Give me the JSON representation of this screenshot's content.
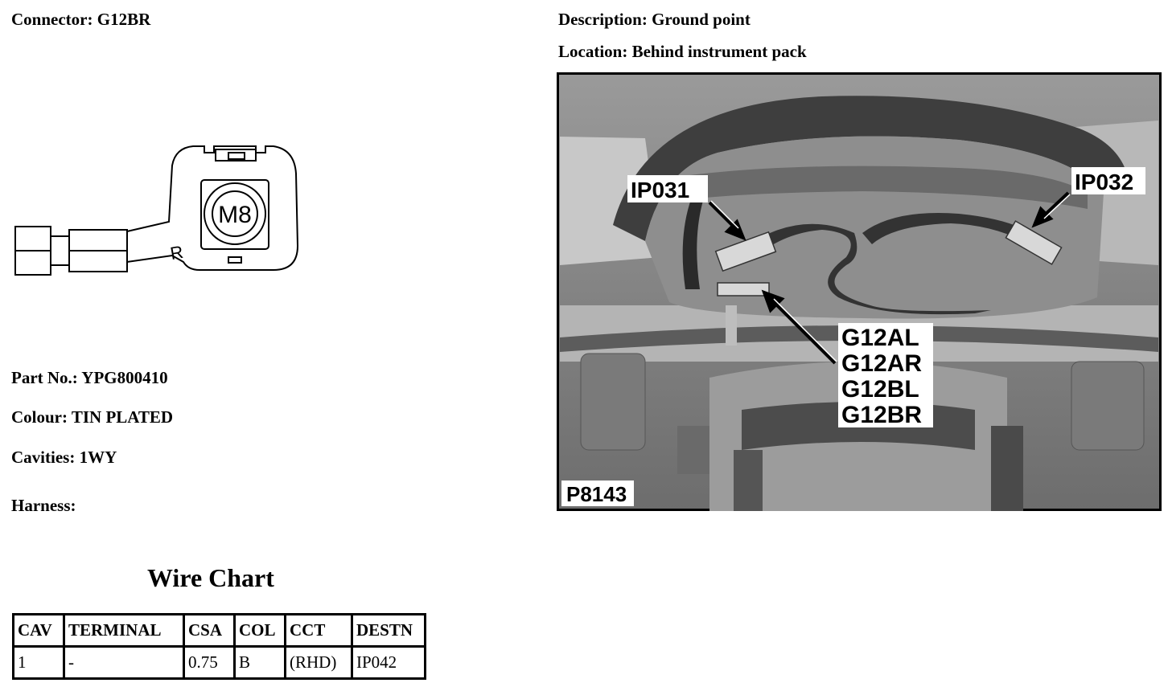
{
  "connector": {
    "label": "Connector:",
    "value": "G12BR"
  },
  "description": {
    "label": "Description:",
    "value": "Ground point"
  },
  "location": {
    "label": "Location:",
    "value": "Behind instrument pack"
  },
  "part_no": {
    "label": "Part No.:",
    "value": "YPG800410"
  },
  "colour": {
    "label": "Colour:",
    "value": "TIN PLATED"
  },
  "cavities": {
    "label": "Cavities:",
    "value": "1WY"
  },
  "harness": {
    "label": "Harness:",
    "value": ""
  },
  "drawing": {
    "stud_label": "M8",
    "mark_label": "R"
  },
  "photo": {
    "callout_left": "IP031",
    "callout_right": "IP032",
    "callout_grounds": [
      "G12AL",
      "G12AR",
      "G12BL",
      "G12BR"
    ],
    "figure_ref": "P8143"
  },
  "wire_chart": {
    "title": "Wire Chart",
    "headers": [
      "CAV",
      "TERMINAL",
      "CSA",
      "COL",
      "CCT",
      "DESTN"
    ],
    "rows": [
      [
        "1",
        "-",
        "0.75",
        "B",
        "(RHD)",
        "IP042"
      ]
    ]
  }
}
